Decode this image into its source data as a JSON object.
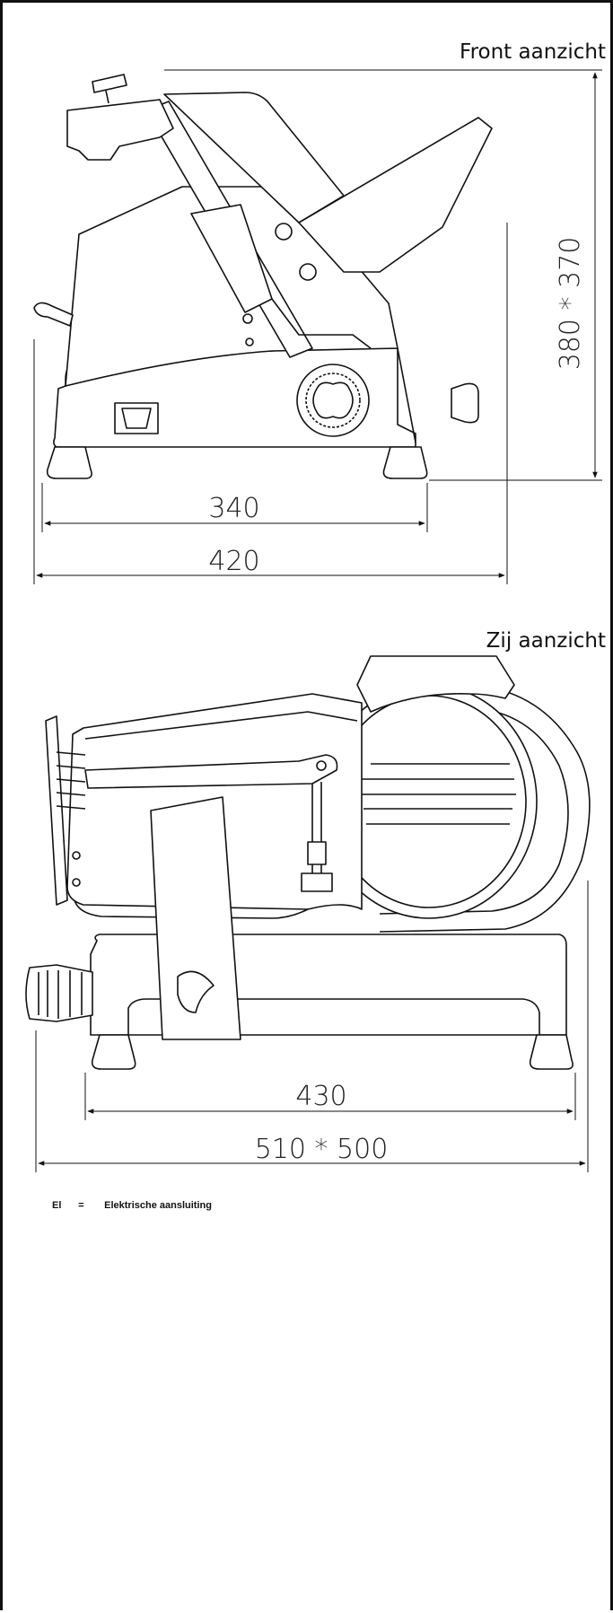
{
  "front_view": {
    "title": "Front aanzicht",
    "dim_height": "380 * 370",
    "dim_base": "340",
    "dim_width": "420"
  },
  "side_view": {
    "title": "Zij aanzicht",
    "dim_base": "430",
    "dim_width": "510 * 500"
  },
  "legend": {
    "code": "El",
    "eq": "=",
    "text": "Elektrische aansluiting"
  },
  "colors": {
    "line": "#111111",
    "background": "#ffffff"
  }
}
